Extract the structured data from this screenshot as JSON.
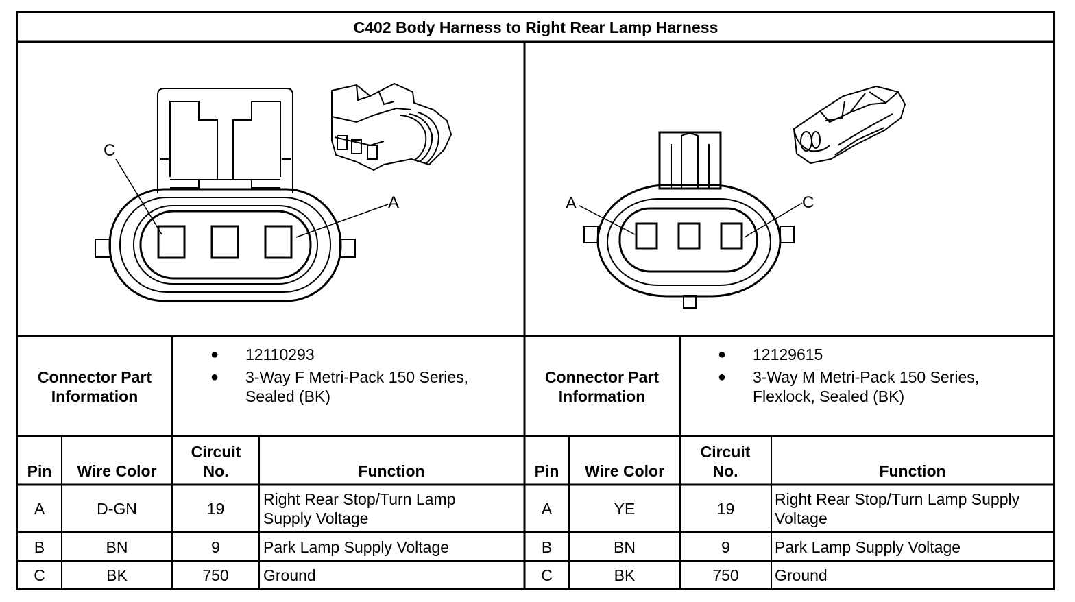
{
  "title": "C402 Body Harness to Right Rear Lamp Harness",
  "left": {
    "pin_labels": {
      "c": "C",
      "a": "A"
    },
    "part_info_label": "Connector Part Information",
    "part_info": [
      "12110293",
      "3-Way F Metri-Pack 150 Series, Sealed (BK)"
    ],
    "headers": {
      "pin": "Pin",
      "wire_color": "Wire Color",
      "circuit": "Circuit No.",
      "function": "Function"
    },
    "rows": [
      {
        "pin": "A",
        "wire_color": "D-GN",
        "circuit": "19",
        "function": "Right Rear Stop/Turn Lamp Supply Voltage"
      },
      {
        "pin": "B",
        "wire_color": "BN",
        "circuit": "9",
        "function": "Park Lamp Supply Voltage"
      },
      {
        "pin": "C",
        "wire_color": "BK",
        "circuit": "750",
        "function": "Ground"
      }
    ]
  },
  "right": {
    "pin_labels": {
      "a": "A",
      "c": "C"
    },
    "part_info_label": "Connector Part Information",
    "part_info": [
      "12129615",
      "3-Way M Metri-Pack 150 Series, Flexlock, Sealed (BK)"
    ],
    "headers": {
      "pin": "Pin",
      "wire_color": "Wire Color",
      "circuit": "Circuit No.",
      "function": "Function"
    },
    "rows": [
      {
        "pin": "A",
        "wire_color": "YE",
        "circuit": "19",
        "function": "Right Rear Stop/Turn Lamp Supply Voltage"
      },
      {
        "pin": "B",
        "wire_color": "BN",
        "circuit": "9",
        "function": "Park Lamp Supply Voltage"
      },
      {
        "pin": "C",
        "wire_color": "BK",
        "circuit": "750",
        "function": "Ground"
      }
    ]
  }
}
